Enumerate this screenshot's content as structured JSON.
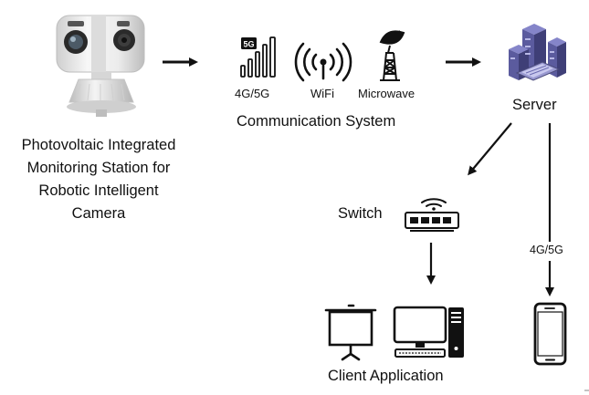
{
  "station": {
    "label_lines": [
      "Photovoltaic Integrated",
      "Monitoring Station for",
      "Robotic Intelligent",
      "Camera"
    ]
  },
  "communication": {
    "title": "Communication System",
    "items": [
      {
        "label": "4G/5G",
        "icon": "cellular-signal-icon",
        "badge": "5G"
      },
      {
        "label": "WiFi",
        "icon": "wifi-icon"
      },
      {
        "label": "Microwave",
        "icon": "microwave-antenna-icon"
      }
    ]
  },
  "server": {
    "label": "Server",
    "icon": "server-icon"
  },
  "switch": {
    "label": "Switch",
    "icon": "network-switch-icon"
  },
  "client": {
    "label": "Client Application",
    "icons": [
      "projector-screen-icon",
      "desktop-computer-icon"
    ]
  },
  "mobile": {
    "link_label": "4G/5G",
    "icon": "smartphone-icon"
  },
  "colors": {
    "ink": "#111111",
    "server_purple": "#6b6bb0",
    "server_dark": "#4a4a7a",
    "camera_body": "#e9e9e9"
  }
}
